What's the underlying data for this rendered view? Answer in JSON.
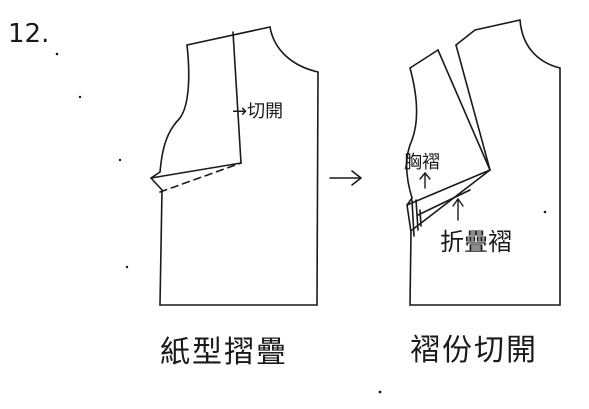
{
  "figure": {
    "number": "12.",
    "left_panel": {
      "slit_note": "→切開",
      "caption": "紙型摺疊"
    },
    "right_panel": {
      "dart_label": "胸褶",
      "fold_label": "折疊褶",
      "caption": "褶份切開"
    }
  },
  "colors": {
    "ink": "#1a1a1a",
    "paper": "#ffffff"
  }
}
